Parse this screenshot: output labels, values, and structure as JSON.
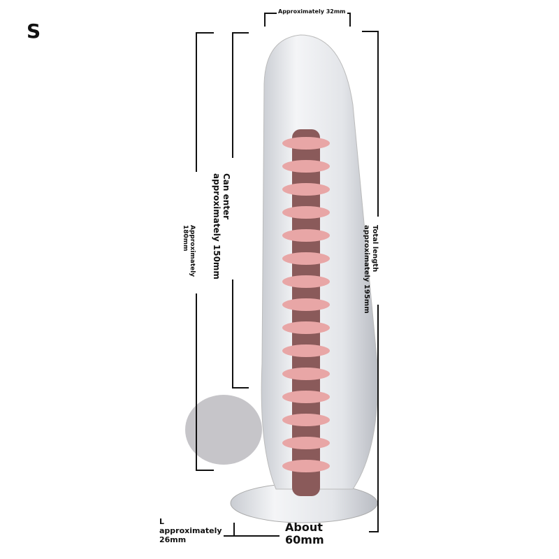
{
  "size_label": "S",
  "dimensions": {
    "head_width": "Approximately 32mm",
    "insertable": [
      "Can enter",
      "approximately 150mm"
    ],
    "shaft_length": [
      "Approximately",
      "180mm"
    ],
    "total_length": [
      "Total length",
      "approximately 195mm"
    ],
    "base_width": [
      "About",
      "60mm"
    ],
    "lateral": [
      "L",
      "approximately",
      "26mm"
    ]
  },
  "colors": {
    "core": "#e8a6a6",
    "core_dark": "#8a5a5a",
    "clear": "#e4e6ea"
  }
}
